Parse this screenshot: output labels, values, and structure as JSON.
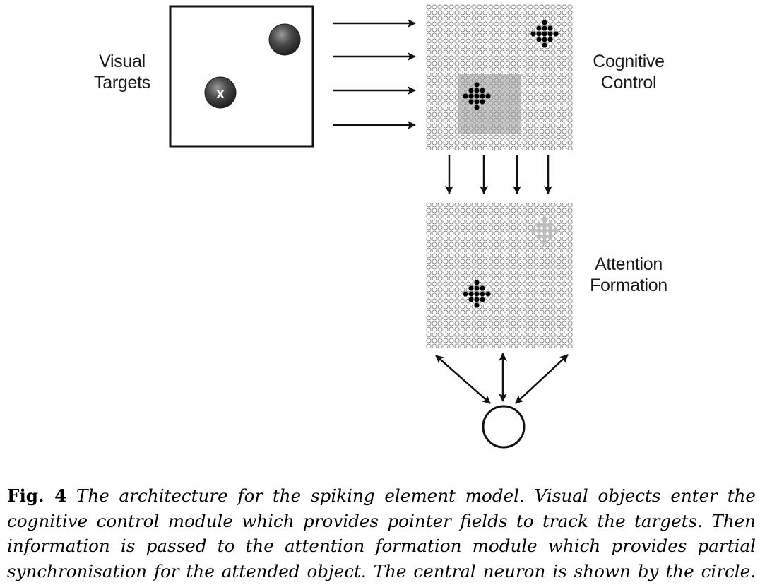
{
  "labels": {
    "visual_targets": [
      "Visual",
      "Targets"
    ],
    "cognitive_control": [
      "Cognitive",
      "Control"
    ],
    "attention_formation": [
      "Attention",
      "Formation"
    ],
    "target_marker": "x"
  },
  "caption": {
    "fig_label": "Fig. 4",
    "lines": [
      "The architecture for the spiking element model.  Visual objects enter the",
      "cognitive control module which provides pointer fields to track the targets.  Then",
      "information is passed to the attention formation module which provides partial",
      "synchronisation for the attended object. The central neuron is shown by the circle."
    ]
  }
}
